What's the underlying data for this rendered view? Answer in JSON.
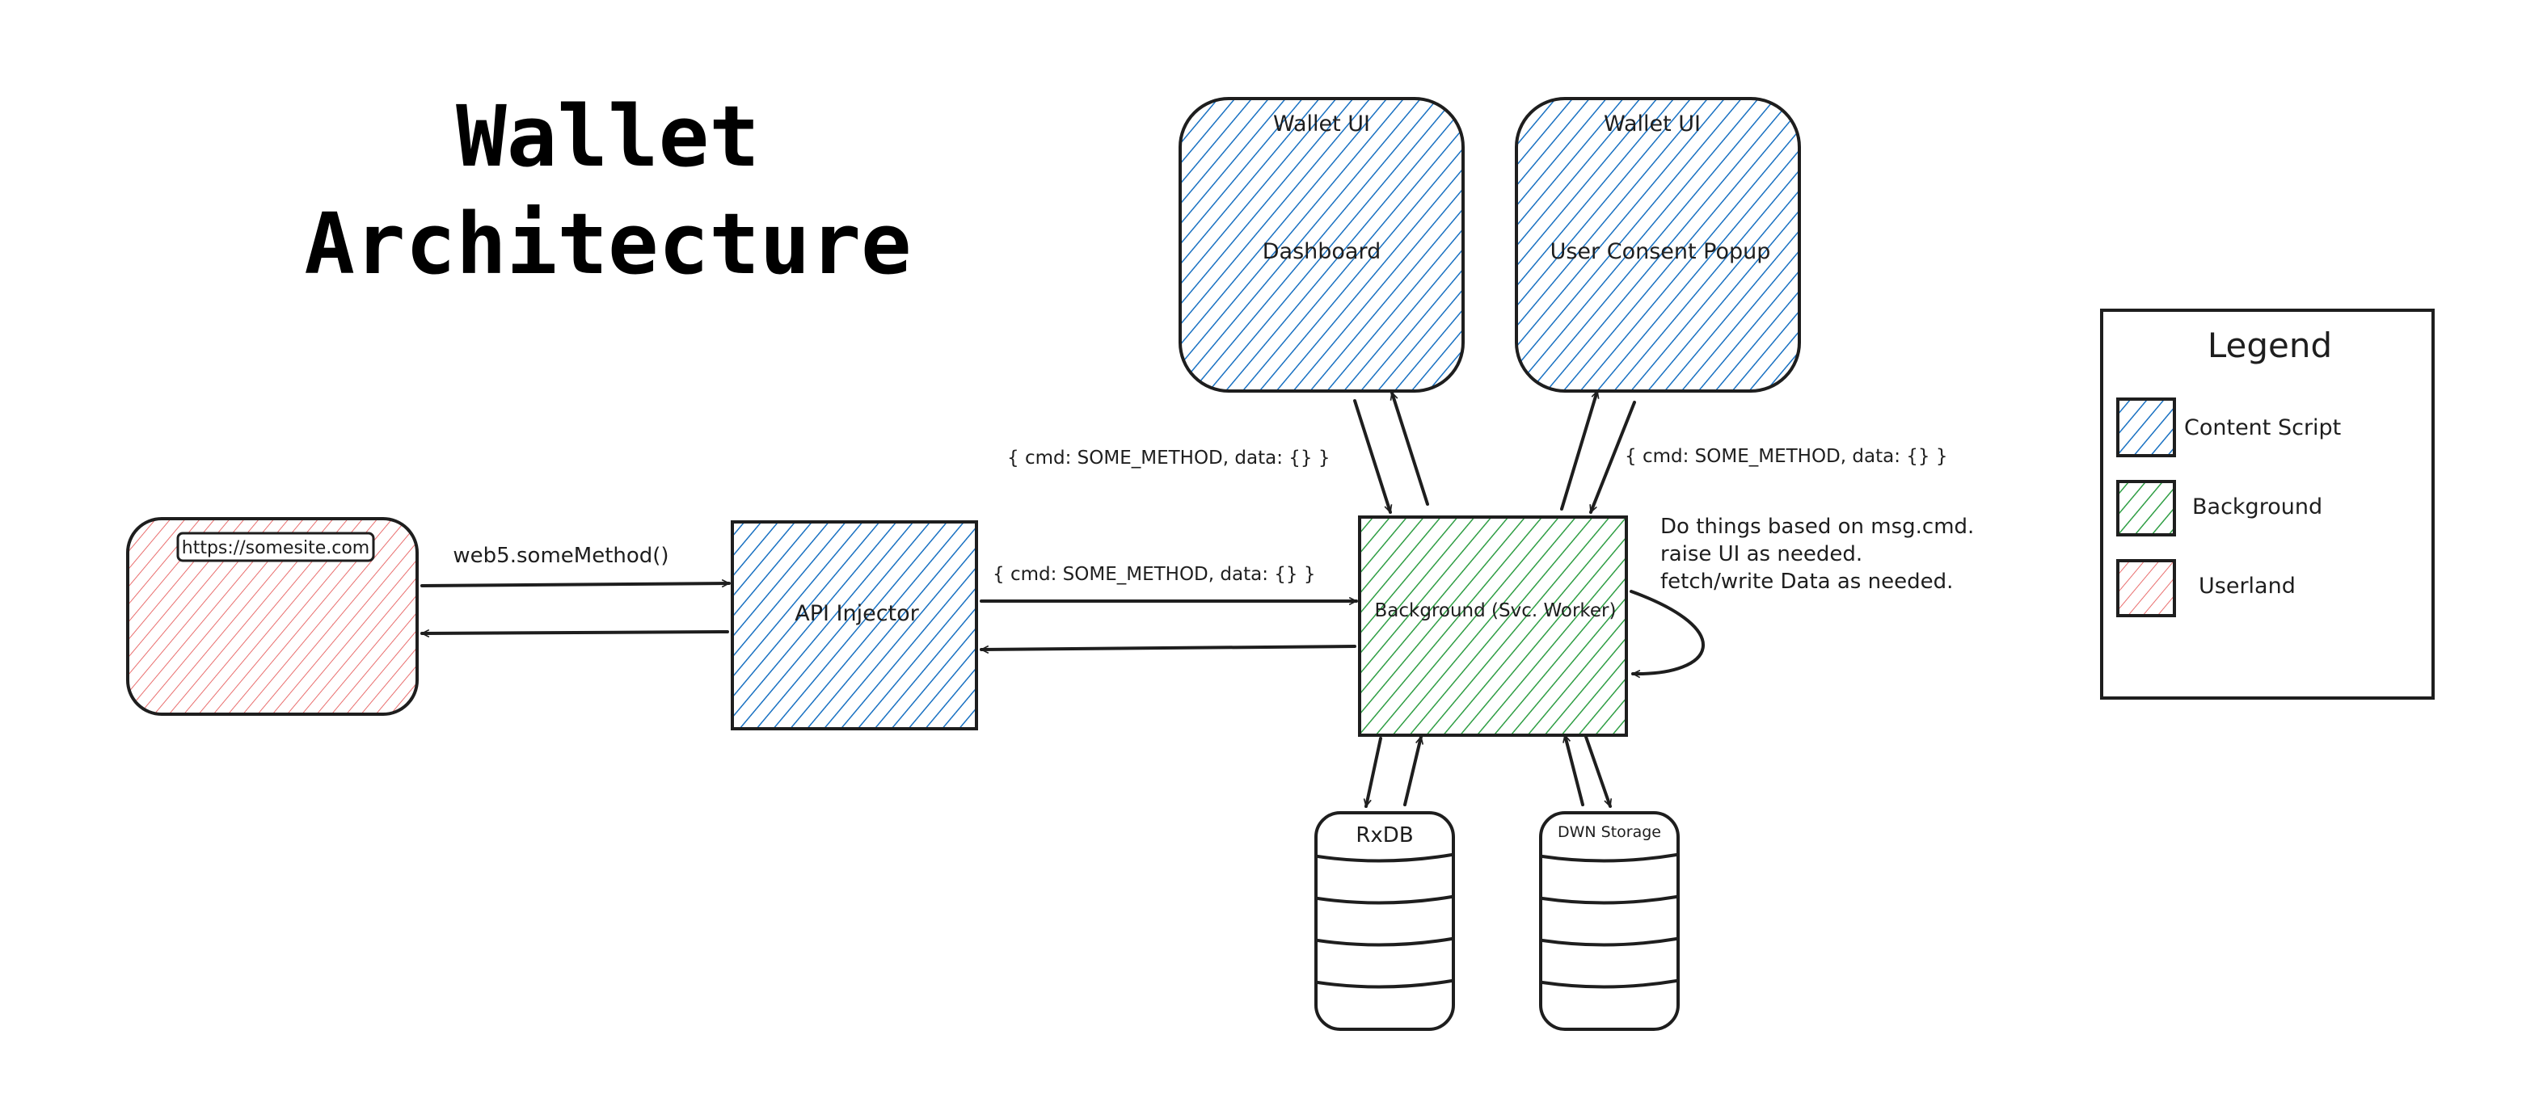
{
  "title": {
    "line1": "Wallet",
    "line2": "Architecture"
  },
  "colors": {
    "content_script": "#1971c2",
    "background": "#2f9e44",
    "userland": "#e03131",
    "stroke": "#1e1e1e"
  },
  "nodes": {
    "website": {
      "url": "https://somesite.com"
    },
    "api_injector": {
      "label": "API Injector"
    },
    "background": {
      "label": "Background (Svc. Worker)"
    },
    "dashboard": {
      "header": "Wallet UI",
      "label": "Dashboard"
    },
    "consent": {
      "header": "Wallet UI",
      "label": "User Consent Popup"
    },
    "rxdb": {
      "label": "RxDB"
    },
    "dwn": {
      "label": "DWN Storage"
    }
  },
  "edges": {
    "site_to_injector": "web5.someMethod()",
    "injector_to_background": "{ cmd: SOME_METHOD, data: {} }",
    "dashboard_to_background": "{ cmd: SOME_METHOD, data: {} }",
    "consent_to_background": "{ cmd: SOME_METHOD, data: {} }"
  },
  "note": {
    "line1": "Do things based on msg.cmd.",
    "line2": "raise UI as needed.",
    "line3": "fetch/write Data as needed."
  },
  "legend": {
    "title": "Legend",
    "items": [
      {
        "label": "Content Script",
        "color": "#1971c2"
      },
      {
        "label": "Background",
        "color": "#2f9e44"
      },
      {
        "label": "Userland",
        "color": "#e03131"
      }
    ]
  }
}
